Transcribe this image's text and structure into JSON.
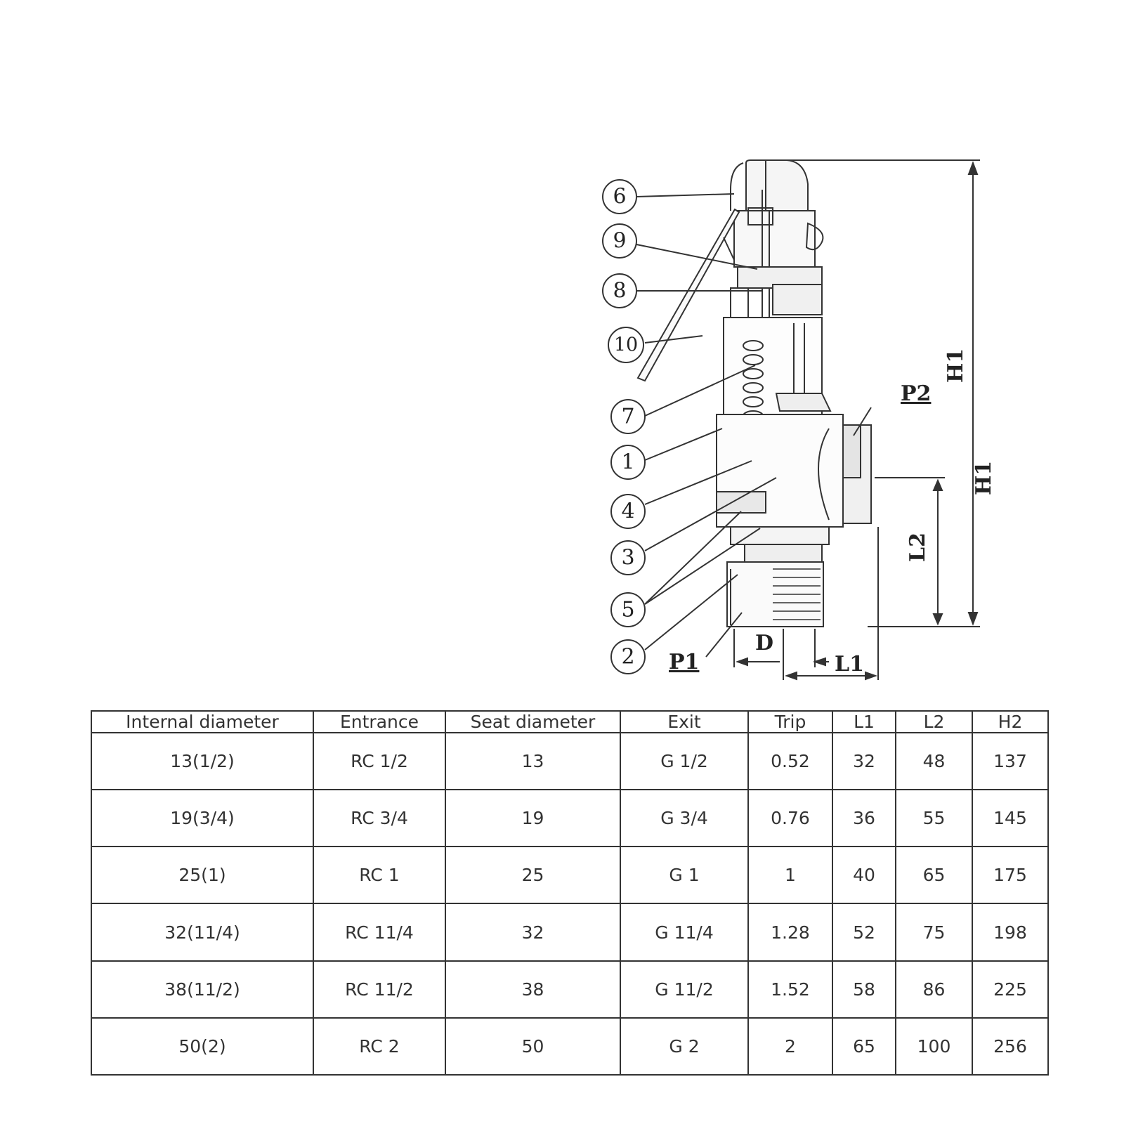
{
  "diagram": {
    "callouts": [
      "6",
      "9",
      "8",
      "10",
      "7",
      "1",
      "4",
      "3",
      "5",
      "2"
    ],
    "dimension_labels": {
      "p1": "P1",
      "p2": "P2",
      "d": "D",
      "l1": "L1",
      "l2": "L2",
      "h1_upper": "H1",
      "h1_lower": "H1"
    }
  },
  "spec_table": {
    "headers": [
      "Internal diameter",
      "Entrance",
      "Seat diameter",
      "Exit",
      "Trip",
      "L1",
      "L2",
      "H2"
    ],
    "rows": [
      [
        "13(1/2)",
        "RC 1/2",
        "13",
        "G 1/2",
        "0.52",
        "32",
        "48",
        "137"
      ],
      [
        "19(3/4)",
        "RC 3/4",
        "19",
        "G 3/4",
        "0.76",
        "36",
        "55",
        "145"
      ],
      [
        "25(1)",
        "RC 1",
        "25",
        "G 1",
        "1",
        "40",
        "65",
        "175"
      ],
      [
        "32(11/4)",
        "RC 11/4",
        "32",
        "G 11/4",
        "1.28",
        "52",
        "75",
        "198"
      ],
      [
        "38(11/2)",
        "RC 11/2",
        "38",
        "G 11/2",
        "1.52",
        "58",
        "86",
        "225"
      ],
      [
        "50(2)",
        "RC 2",
        "50",
        "G 2",
        "2",
        "65",
        "100",
        "256"
      ]
    ]
  }
}
